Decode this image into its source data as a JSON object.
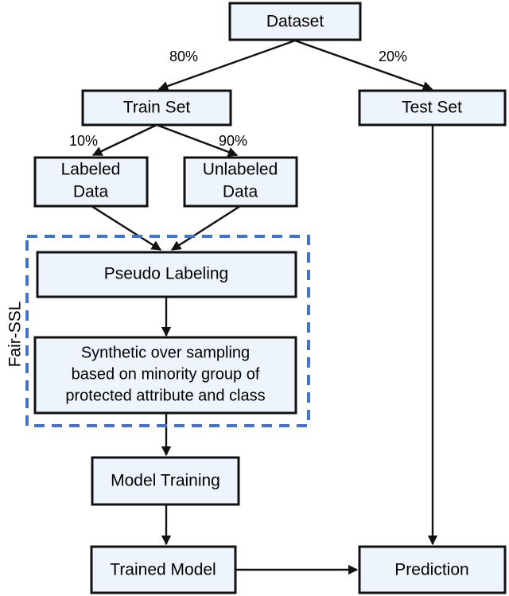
{
  "diagram": {
    "title": "Fair-SSL pipeline flowchart",
    "colors": {
      "node_fill": "#eef4fb",
      "node_stroke": "#111111",
      "group_stroke": "#4472C4",
      "edge_stroke": "#111111",
      "background": "#ffffff"
    },
    "group": {
      "label": "Fair-SSL"
    },
    "nodes": [
      {
        "id": "dataset",
        "label": "Dataset"
      },
      {
        "id": "train_set",
        "label": "Train Set"
      },
      {
        "id": "test_set",
        "label": "Test Set"
      },
      {
        "id": "labeled_data_line1",
        "label": "Labeled"
      },
      {
        "id": "labeled_data_line2",
        "label": "Data"
      },
      {
        "id": "unlabeled_data_line1",
        "label": "Unlabeled"
      },
      {
        "id": "unlabeled_data_line2",
        "label": "Data"
      },
      {
        "id": "pseudo_labeling",
        "label": "Pseudo Labeling"
      },
      {
        "id": "synthetic_line1",
        "label": "Synthetic over sampling"
      },
      {
        "id": "synthetic_line2",
        "label": "based on minority group of"
      },
      {
        "id": "synthetic_line3",
        "label": "protected attribute and class"
      },
      {
        "id": "model_training",
        "label": "Model Training"
      },
      {
        "id": "trained_model",
        "label": "Trained Model"
      },
      {
        "id": "prediction",
        "label": "Prediction"
      }
    ],
    "edge_labels": [
      {
        "id": "split_train",
        "label": "80%"
      },
      {
        "id": "split_test",
        "label": "20%"
      },
      {
        "id": "split_labeled",
        "label": "10%"
      },
      {
        "id": "split_unlabeled",
        "label": "90%"
      }
    ]
  }
}
